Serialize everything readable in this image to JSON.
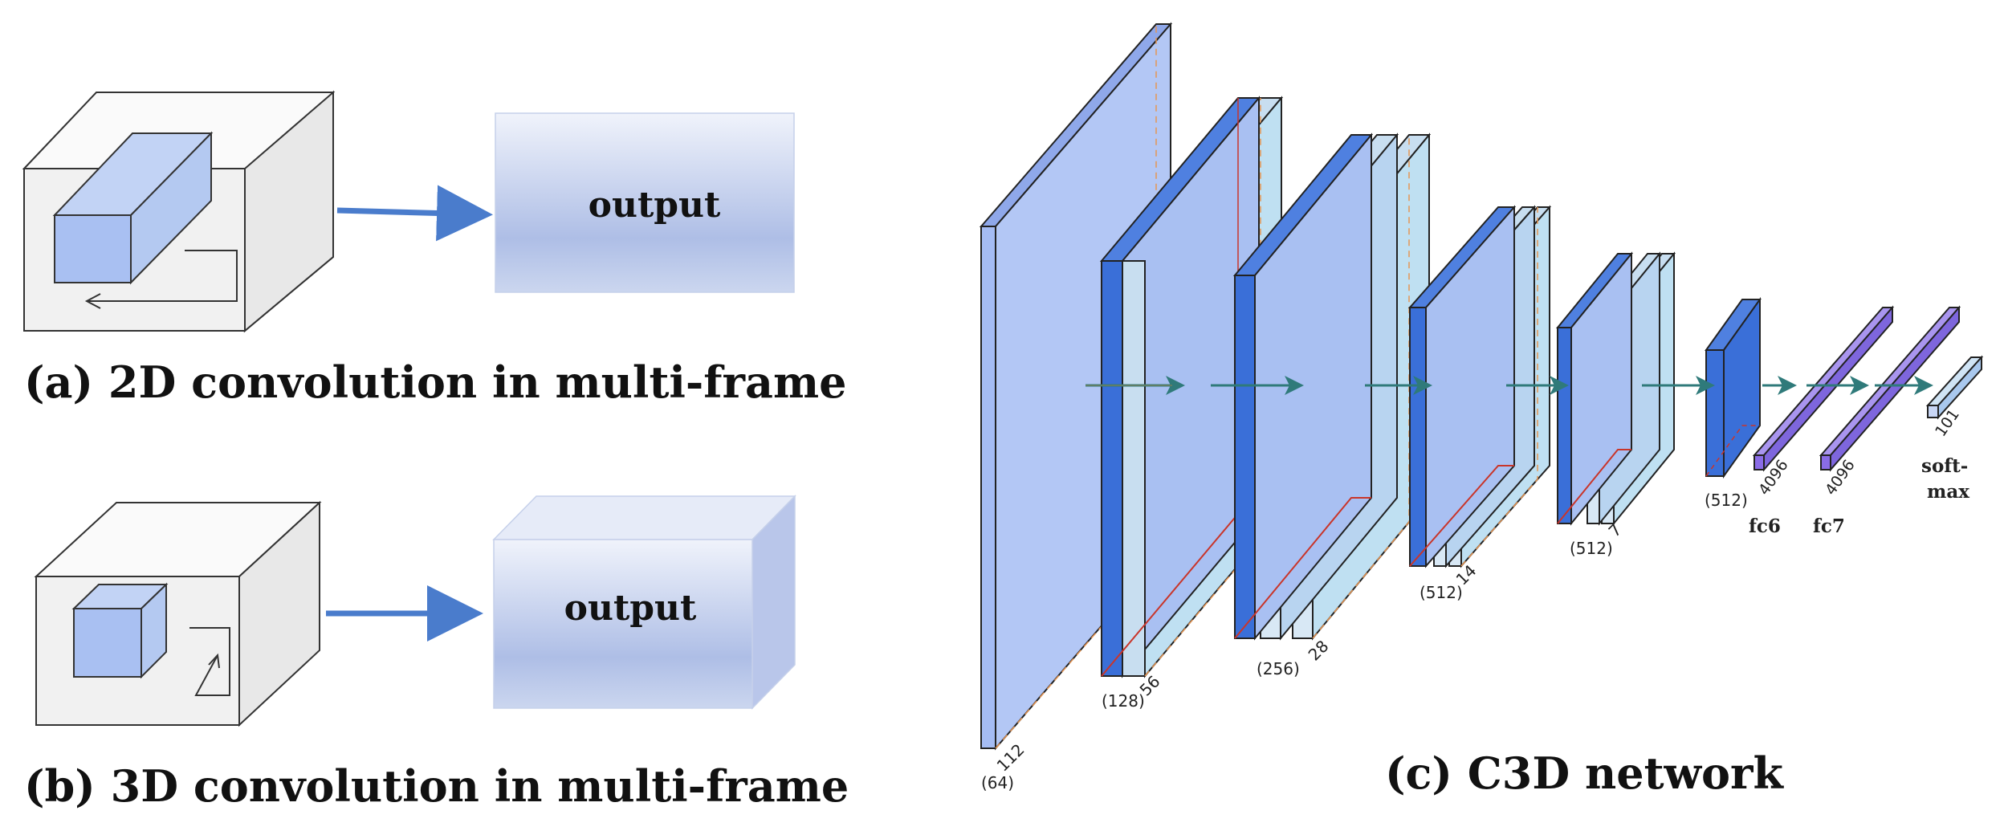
{
  "panel_a": {
    "caption": "(a) 2D convolution in multi-frame",
    "output_label": "output"
  },
  "panel_b": {
    "caption": "(b) 3D convolution in multi-frame",
    "output_label": "output"
  },
  "panel_c": {
    "caption": "(c) C3D network",
    "layers": [
      {
        "channels": "(64)",
        "size": "112"
      },
      {
        "channels": "(128)",
        "size": "56"
      },
      {
        "channels": "(256)",
        "size": "28"
      },
      {
        "channels": "(512)",
        "size": "14"
      },
      {
        "channels": "(512)",
        "size": "7"
      },
      {
        "channels": "(512)",
        "size": ""
      }
    ],
    "fc": [
      {
        "units": "4096",
        "name": "fc6"
      },
      {
        "units": "4096",
        "name": "fc7"
      },
      {
        "units": "101",
        "name": "soft-\nmax",
        "name_line1": "soft-",
        "name_line2": "max"
      }
    ]
  },
  "colors": {
    "light_blue": "#a9c0f2",
    "pale_blue": "#bfe0f2",
    "dark_blue": "#3a6fd8",
    "purple": "#8a6ce6",
    "arrow": "#4a7ccc",
    "flow_arrow": "#2f7a7a",
    "cube_gray": "#f1f1f1"
  }
}
